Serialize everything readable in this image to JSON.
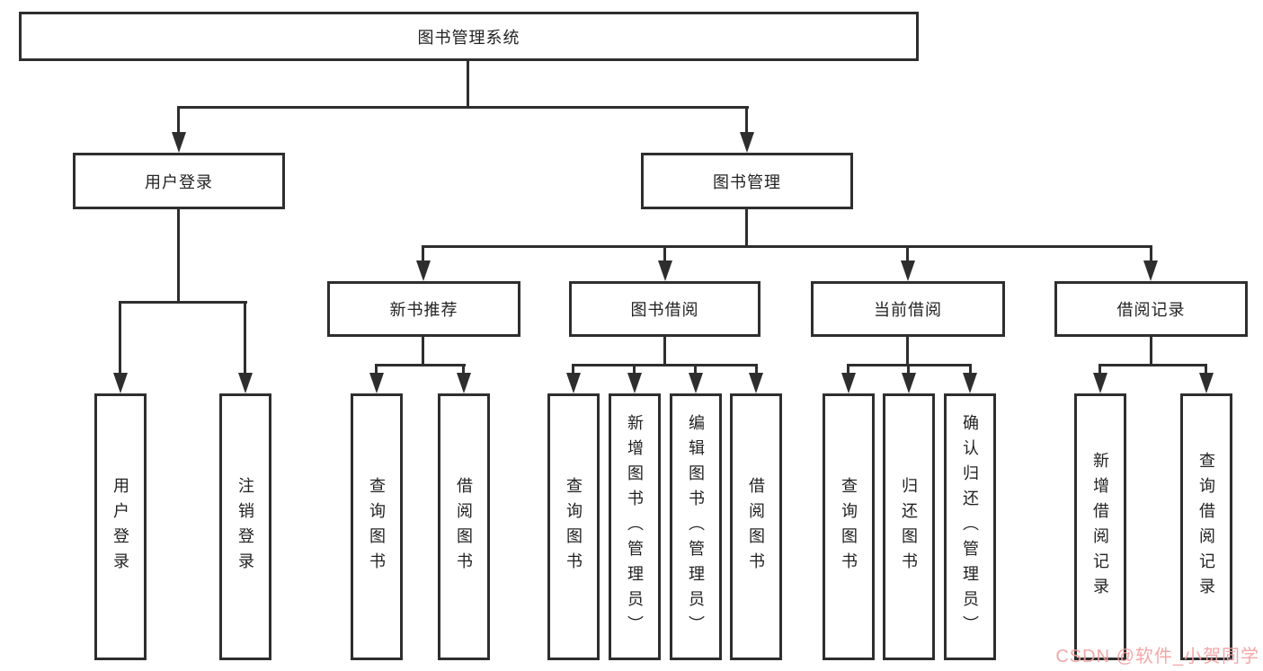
{
  "diagram": {
    "title_node": {
      "label": "图书管理系统"
    },
    "level2": [
      {
        "label": "用户登录"
      },
      {
        "label": "图书管理"
      }
    ],
    "level3": [
      {
        "label": "新书推荐"
      },
      {
        "label": "图书借阅"
      },
      {
        "label": "当前借阅"
      },
      {
        "label": "借阅记录"
      }
    ],
    "leaves": [
      {
        "label": "用户登录",
        "parent": "用户登录"
      },
      {
        "label": "注销登录",
        "parent": "用户登录"
      },
      {
        "label": "查询图书",
        "parent": "新书推荐"
      },
      {
        "label": "借阅图书",
        "parent": "新书推荐"
      },
      {
        "label": "查询图书",
        "parent": "图书借阅"
      },
      {
        "label": "新增图书（管理员）",
        "parent": "图书借阅"
      },
      {
        "label": "编辑图书（管理员）",
        "parent": "图书借阅"
      },
      {
        "label": "借阅图书",
        "parent": "图书借阅"
      },
      {
        "label": "查询图书",
        "parent": "当前借阅"
      },
      {
        "label": "归还图书",
        "parent": "当前借阅"
      },
      {
        "label": "确认归还（管理员）",
        "parent": "当前借阅"
      },
      {
        "label": "新增借阅记录",
        "parent": "借阅记录"
      },
      {
        "label": "查询借阅记录",
        "parent": "借阅记录"
      }
    ],
    "colors": {
      "line": "#2e2e2e",
      "box_border": "#2e2e2e",
      "box_background": "#ffffff",
      "text": "#222222"
    }
  },
  "watermark": {
    "text": "CSDN @软件_小贺同学",
    "color": "#f49ea0"
  }
}
